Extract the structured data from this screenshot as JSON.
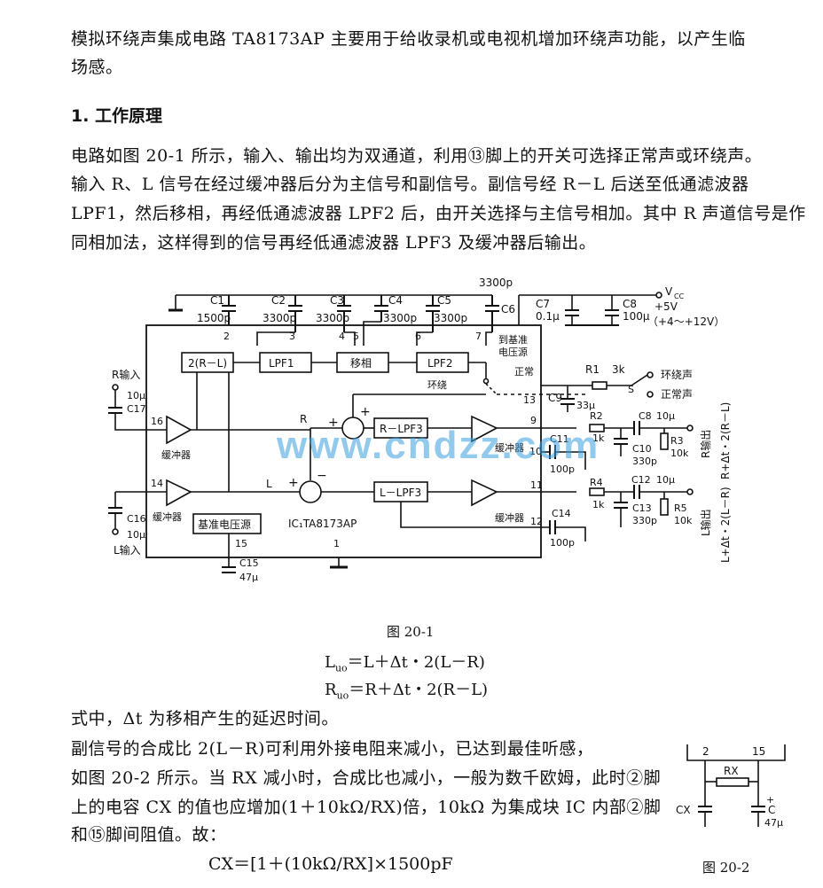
{
  "intro": [
    "模拟环绕声集成电路 TA8173AP 主要用于给收录机或电视机增加环绕声功能，以产生临",
    "场感。"
  ],
  "section1_title": "1. 工作原理",
  "para1": [
    "电路如图 20-1 所示，输入、输出均为双通道，利用⑬脚上的开关可选择正常声或环绕声。",
    "输入 R、L 信号在经过缓冲器后分为主信号和副信号。副信号经 R－L 后送至低通滤波器",
    "LPF1，然后移相，再经低通滤波器 LPF2 后，由开关选择与主信号相加。其中 R 声道信号是作",
    "同相加法，这样得到的信号再经低通滤波器 LPF3 及缓冲器后输出。"
  ],
  "fig1": {
    "caption": "图 20-1",
    "top_cap_3300": "3300p",
    "vcc": "V",
    "vcc_sub": "CC",
    "v5": "+5V",
    "vrange": "（+4～+12V）",
    "caps_top": [
      {
        "name": "C1",
        "val": "1500p"
      },
      {
        "name": "C2",
        "val": "3300p"
      },
      {
        "name": "C3",
        "val": "3300p"
      },
      {
        "name": "C4",
        "val": "3300p"
      },
      {
        "name": "C5",
        "val": "3300p"
      }
    ],
    "c6": "C6",
    "c7": "C7",
    "c7v": "0.1μ",
    "c8": "C8",
    "c8v": "100μ",
    "pins_top": [
      "2",
      "3",
      "4",
      "5",
      "6",
      "7"
    ],
    "block_2rl": "2(R－L)",
    "lpf1": "LPF1",
    "phase": "移相",
    "lpf2": "LPF2",
    "huanrao": "环绕",
    "to_ref": "到基准",
    "to_ref2": "电压源",
    "zhengchang": "正常",
    "r1": "R1",
    "r1v": "3k",
    "sw_s": "S",
    "sw_surround": "环绕声",
    "sw_normal": "正常声",
    "pin13": "13",
    "c9": "C9",
    "c9v": "33μ",
    "r_in": "R输入",
    "c17v": "10μ",
    "c17": "C17",
    "pin16": "16",
    "buf": "缓冲器",
    "label_R": "R",
    "rlpf3": "R－LPF3",
    "pin9": "9",
    "r2": "R2",
    "r2v": "1k",
    "c8b": "C8",
    "c8bv": "10μ",
    "c11": "C11",
    "c11v": "100p",
    "pin10": "10",
    "c10": "C10",
    "c10v": "330p",
    "r3": "R3",
    "r3v": "10k",
    "r_out": "R输出",
    "r_out_eq": "R+Δt・2(R－L)",
    "pin14": "14",
    "label_L": "L",
    "llpf3": "L－LPF3",
    "pin11": "11",
    "r4": "R4",
    "r4v": "1k",
    "c12": "C12",
    "c12v": "10μ",
    "c13": "C13",
    "c13v": "330p",
    "r5": "R5",
    "r5v": "10k",
    "l_out": "L输出",
    "l_out_eq": "L+Δt・2(L－R)",
    "c16": "C16",
    "c16v": "10μ",
    "l_in": "L输入",
    "vref": "基准电压源",
    "pin15": "15",
    "ic": "IC₁TA8173AP",
    "pin1": "1",
    "pin12": "12",
    "c14": "C14",
    "c14v": "100p",
    "c15": "C15",
    "c15v": "47μ"
  },
  "eq1": "L_uo＝L＋Δt・2(L－R)",
  "eq1_main": "L",
  "eq1_sub": "uo",
  "eq1_rest": "＝L＋Δt・2(L－R)",
  "eq2_main": "R",
  "eq2_sub": "uo",
  "eq2_rest": "＝R＋Δt・2(R－L)",
  "para2": "式中，Δt 为移相产生的延迟时间。",
  "para3": [
    "副信号的合成比 2(L－R)可利用外接电阻来减小，已达到最佳听感，",
    "如图 20-2 所示。当 RX 减小时，合成比也减小，一般为数千欧姆，此时②脚",
    "上的电容 CX 的值也应增加(1＋10kΩ/RX)倍，10kΩ 为集成块 IC 内部②脚",
    "和⑮脚间阻值。故："
  ],
  "eq3": "CX＝[1＋(10kΩ/RX]×1500pF",
  "fig2": {
    "pin2": "2",
    "pin15": "15",
    "rx": "RX",
    "cx": "CX",
    "c": "C",
    "cv": "47μ",
    "caption": "图 20-2"
  },
  "watermark": "www.cndzz.com"
}
